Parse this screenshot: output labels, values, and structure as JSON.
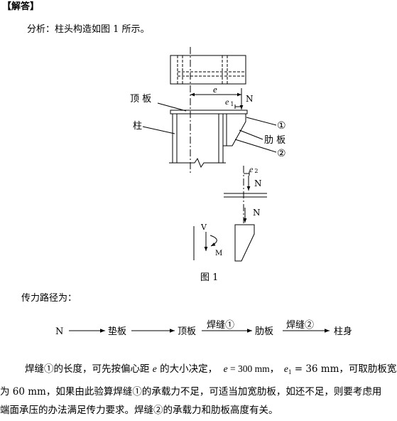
{
  "header": {
    "title": "【解答】"
  },
  "analysis": {
    "text": "分析：柱头构造如图 1 所示。"
  },
  "figure": {
    "top_plate_label": "顶 板",
    "column_label": "柱",
    "rib_plate_label": "肋 板",
    "weld1_label": "①",
    "weld2_label": "②",
    "e_label": "e",
    "e1_label": {
      "var": "e",
      "sub": "1"
    },
    "e2_label": {
      "var": "e",
      "sub": "2"
    },
    "n_labels": [
      "N",
      "N",
      "N"
    ],
    "v_label": "V",
    "m_label": "M",
    "caption": "图 1"
  },
  "path": {
    "intro": "传力路径为：",
    "start": "N",
    "nodes": [
      "垫板",
      "顶板",
      "肋板",
      "柱身"
    ],
    "welds": [
      "焊缝①",
      "焊缝②"
    ]
  },
  "paragraph": {
    "line1": [
      "焊缝①的长度，可先按偏心距 ",
      "e",
      " 的大小决定，  ",
      "e",
      " = 300 mm，  ",
      "e",
      "1",
      " = 36 mm，可取肋板宽"
    ],
    "line2": "为 60 mm，如果由此验算焊缝①的承载力不足，可适当加宽肋板，如还不足，则要考虑用",
    "line3": "端面承压的办法满足传力要求。焊缝②的承载力和肋板高度有关。"
  }
}
